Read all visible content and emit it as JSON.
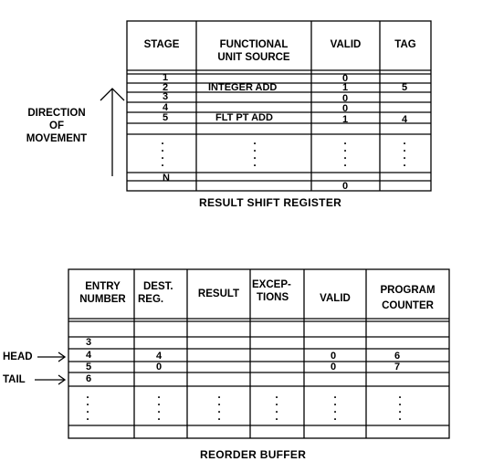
{
  "result_shift_register": {
    "caption": "RESULT SHIFT REGISTER",
    "headers": {
      "stage": "STAGE",
      "functional_unit_source": [
        "FUNCTIONAL",
        "UNIT SOURCE"
      ],
      "valid": "VALID",
      "tag": "TAG"
    },
    "rows": [
      {
        "stage": "1",
        "source": "",
        "valid": "0",
        "tag": ""
      },
      {
        "stage": "2",
        "source": "INTEGER ADD",
        "valid": "1",
        "tag": "5"
      },
      {
        "stage": "3",
        "source": "",
        "valid": "0",
        "tag": ""
      },
      {
        "stage": "4",
        "source": "",
        "valid": "0",
        "tag": ""
      },
      {
        "stage": "5",
        "source": "FLT PT ADD",
        "valid": "1",
        "tag": "4"
      },
      {
        "stage": "N",
        "source": "",
        "valid": "0",
        "tag": ""
      }
    ],
    "direction_label": [
      "DIRECTION",
      "OF",
      "MOVEMENT"
    ]
  },
  "reorder_buffer": {
    "caption": "REORDER BUFFER",
    "headers": {
      "entry_number": [
        "ENTRY",
        "NUMBER"
      ],
      "dest_reg": [
        "DEST.",
        "REG."
      ],
      "result": "RESULT",
      "exceptions": [
        "EXCEP-",
        "TIONS"
      ],
      "valid": "VALID",
      "program_counter": [
        "PROGRAM",
        "COUNTER"
      ]
    },
    "rows": [
      {
        "entry": "3",
        "dest": "",
        "valid": "",
        "pc": ""
      },
      {
        "entry": "4",
        "dest": "4",
        "valid": "0",
        "pc": "6"
      },
      {
        "entry": "5",
        "dest": "0",
        "valid": "0",
        "pc": "7"
      },
      {
        "entry": "6",
        "dest": "",
        "valid": "",
        "pc": ""
      }
    ],
    "head_label": "HEAD",
    "tail_label": "TAIL"
  }
}
